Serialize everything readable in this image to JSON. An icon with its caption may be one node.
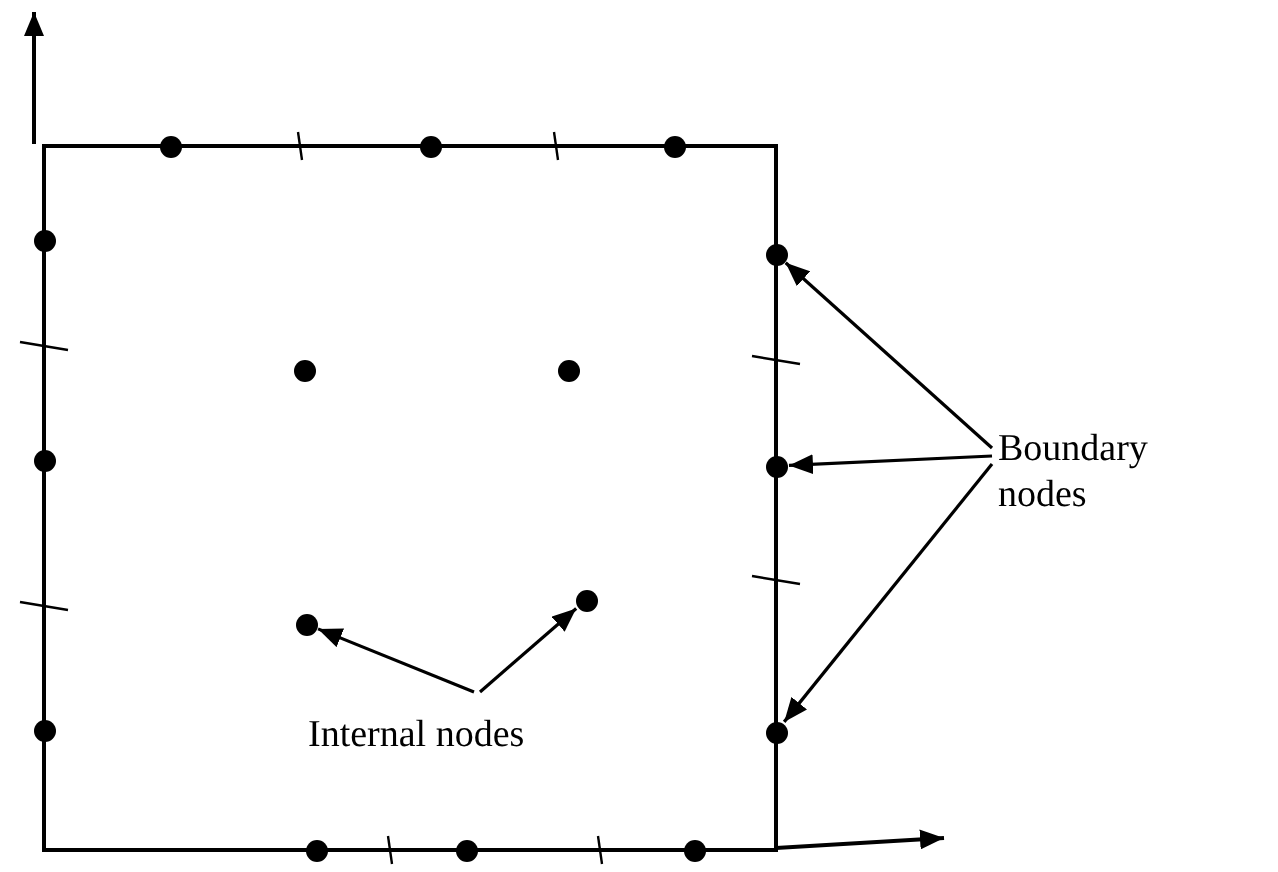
{
  "diagram": {
    "nodes": [
      {
        "text": [],
        "shape": "circle"
      },
      {
        "text": [],
        "shape": "circle"
      },
      {
        "text": [],
        "shape": "circle"
      },
      {
        "text": [],
        "shape": "circle"
      },
      {
        "text": [],
        "shape": "circle"
      },
      {
        "text": [],
        "shape": "circle"
      },
      {
        "text": [],
        "shape": "circle"
      },
      {
        "text": [],
        "shape": "circle"
      },
      {
        "text": [],
        "shape": "circle"
      },
      {
        "text": [
          "Boundary nodes"
        ]
      },
      {
        "text": [],
        "shape": "circle"
      },
      {
        "text": [],
        "shape": "circle"
      },
      {
        "text": [],
        "shape": "circle"
      },
      {
        "text": [],
        "shape": "circle"
      },
      {
        "text": [
          "Internal nodes"
        ]
      },
      {
        "text": [],
        "shape": "circle"
      },
      {
        "text": [],
        "shape": "circle"
      },
      {
        "text": [],
        "shape": "circle"
      }
    ],
    "edges": [
      {
        "from": 9,
        "to": 4,
        "arrow": "to"
      },
      {
        "from": 9,
        "to": 8,
        "arrow": "to"
      },
      {
        "from": 9,
        "to": 13,
        "arrow": "to"
      },
      {
        "from": 14,
        "to": 11,
        "arrow": "to"
      },
      {
        "from": 14,
        "to": 10,
        "arrow": "to"
      }
    ]
  }
}
